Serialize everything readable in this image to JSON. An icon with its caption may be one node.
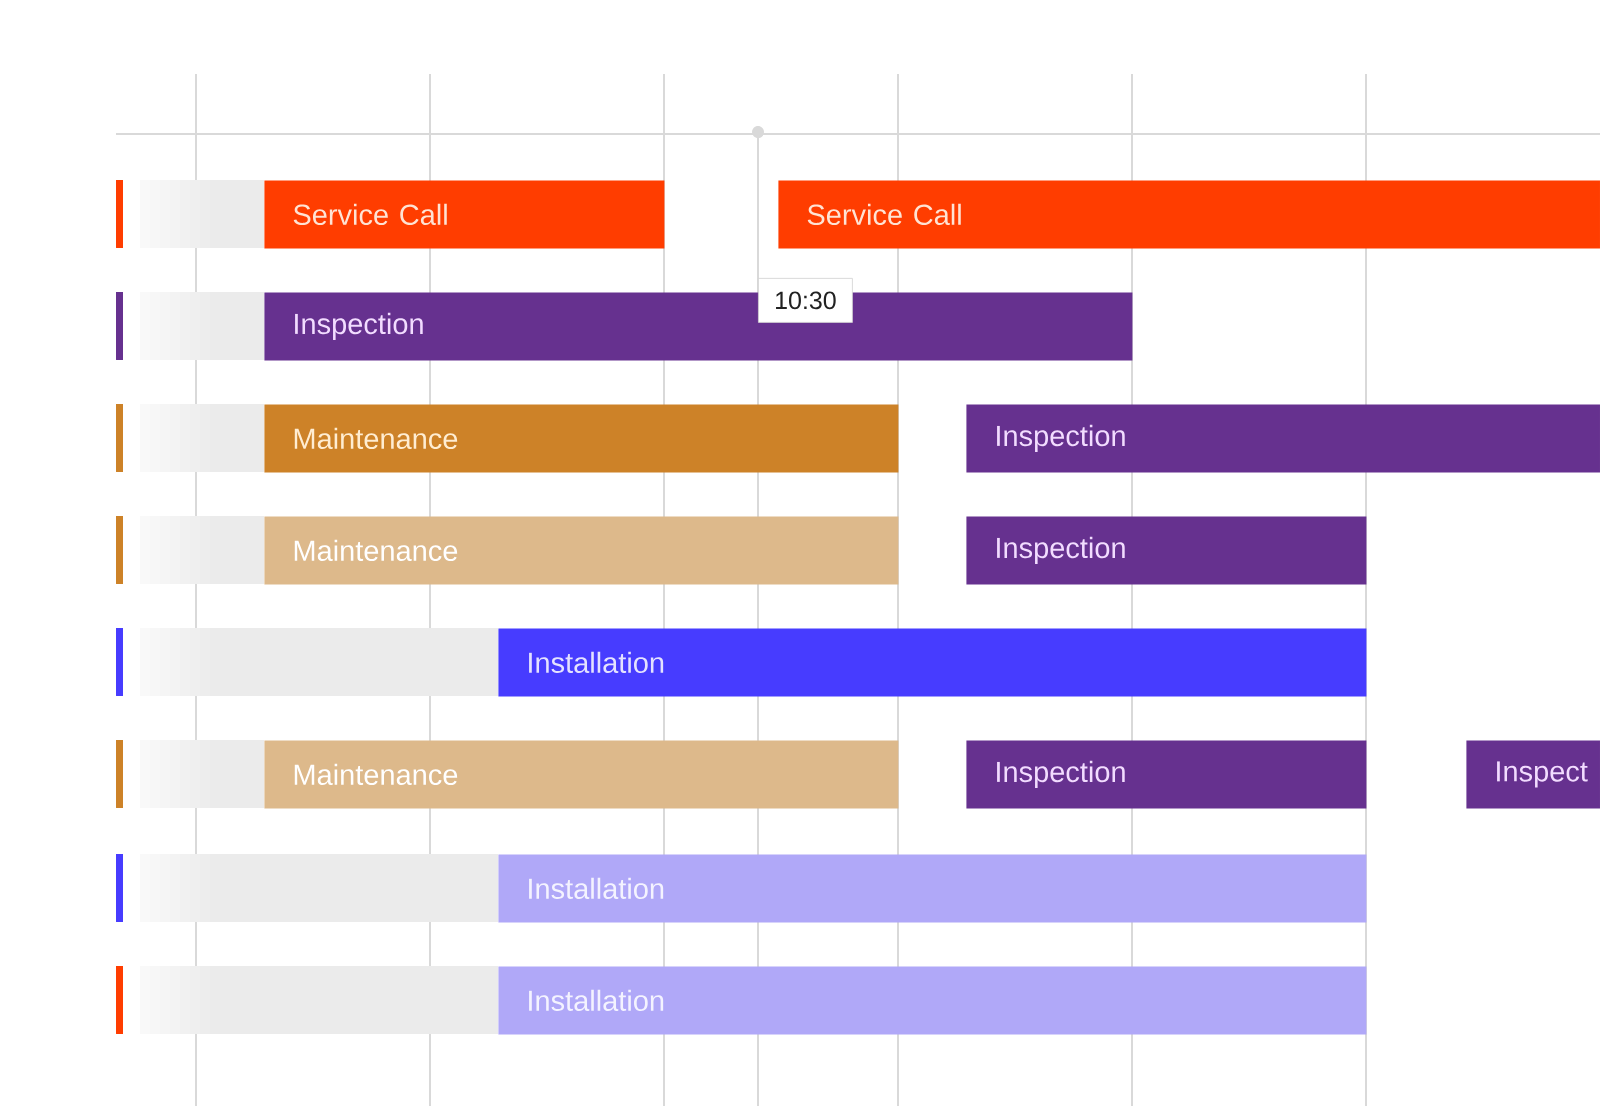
{
  "diagram": {
    "nodes": [
      {
        "text": [
          "Service Call"
        ]
      },
      {
        "text": [
          "Service Call"
        ]
      },
      {
        "text": [
          "10:30"
        ]
      },
      {
        "text": [
          "Inspection"
        ]
      },
      {
        "text": [
          "Maintenance"
        ]
      },
      {
        "text": [
          "Inspection"
        ]
      },
      {
        "text": [
          "Maintenance"
        ]
      },
      {
        "text": [
          "Inspection"
        ]
      },
      {
        "text": [
          "Installation"
        ]
      },
      {
        "text": [
          "Maintenance"
        ]
      },
      {
        "text": [
          "Inspection"
        ]
      },
      {
        "text": [
          "Inspect"
        ]
      },
      {
        "text": [
          "Installation"
        ]
      },
      {
        "text": [
          "Installation"
        ]
      }
    ]
  }
}
